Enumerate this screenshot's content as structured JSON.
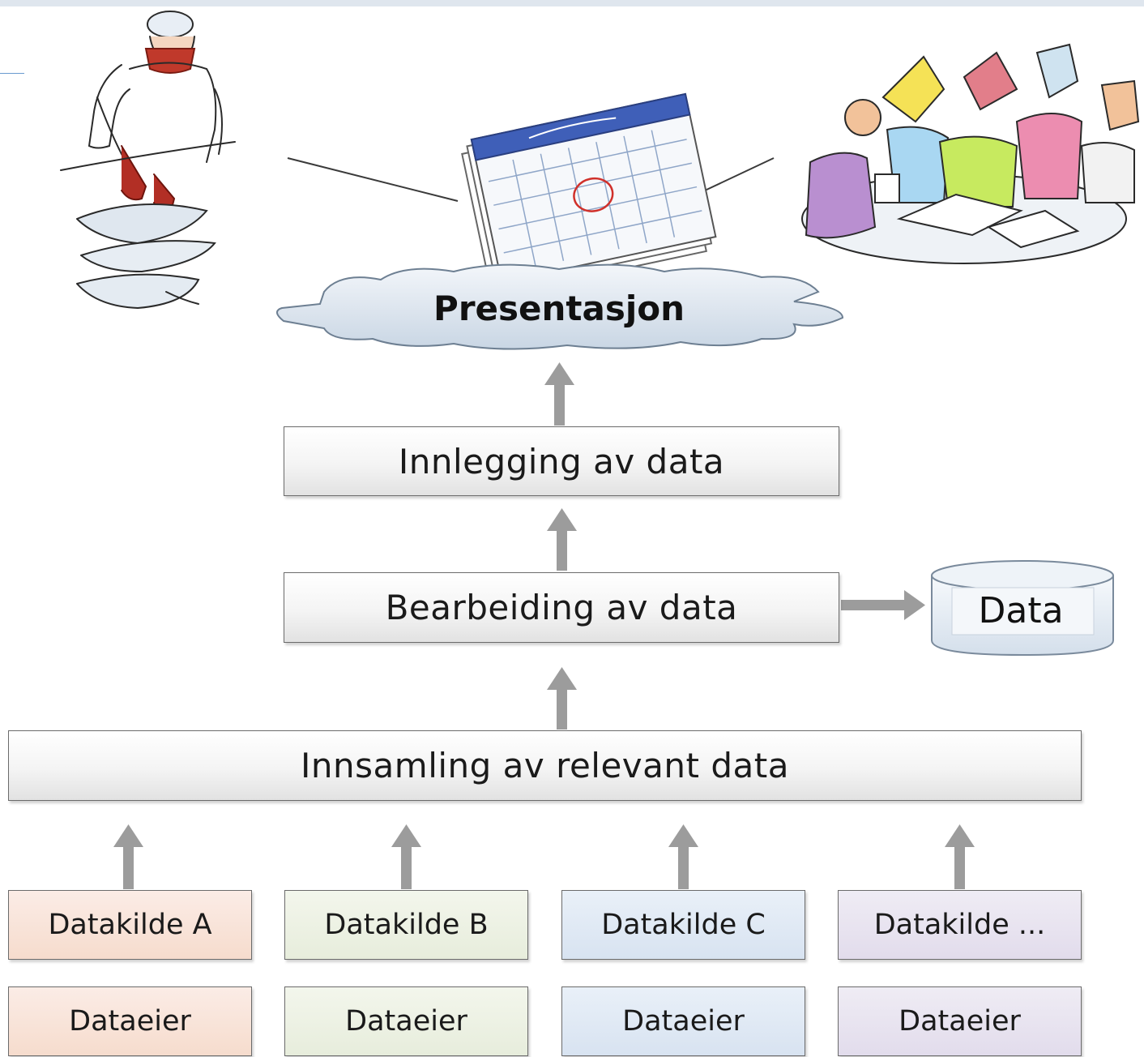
{
  "diagram": {
    "presentation": "Presentasjon",
    "steps": {
      "entry": "Innlegging av data",
      "processing": "Bearbeiding av data",
      "collection": "Innsamling av relevant data"
    },
    "database": "Data",
    "sources": [
      {
        "name": "Datakilde A",
        "owner": "Dataeier",
        "color": "#f6dccd"
      },
      {
        "name": "Datakilde B",
        "owner": "Dataeier",
        "color": "#e7eddc"
      },
      {
        "name": "Datakilde C",
        "owner": "Dataeier",
        "color": "#d8e3f1"
      },
      {
        "name": "Datakilde ...",
        "owner": "Dataeier",
        "color": "#e2dcec"
      }
    ]
  }
}
